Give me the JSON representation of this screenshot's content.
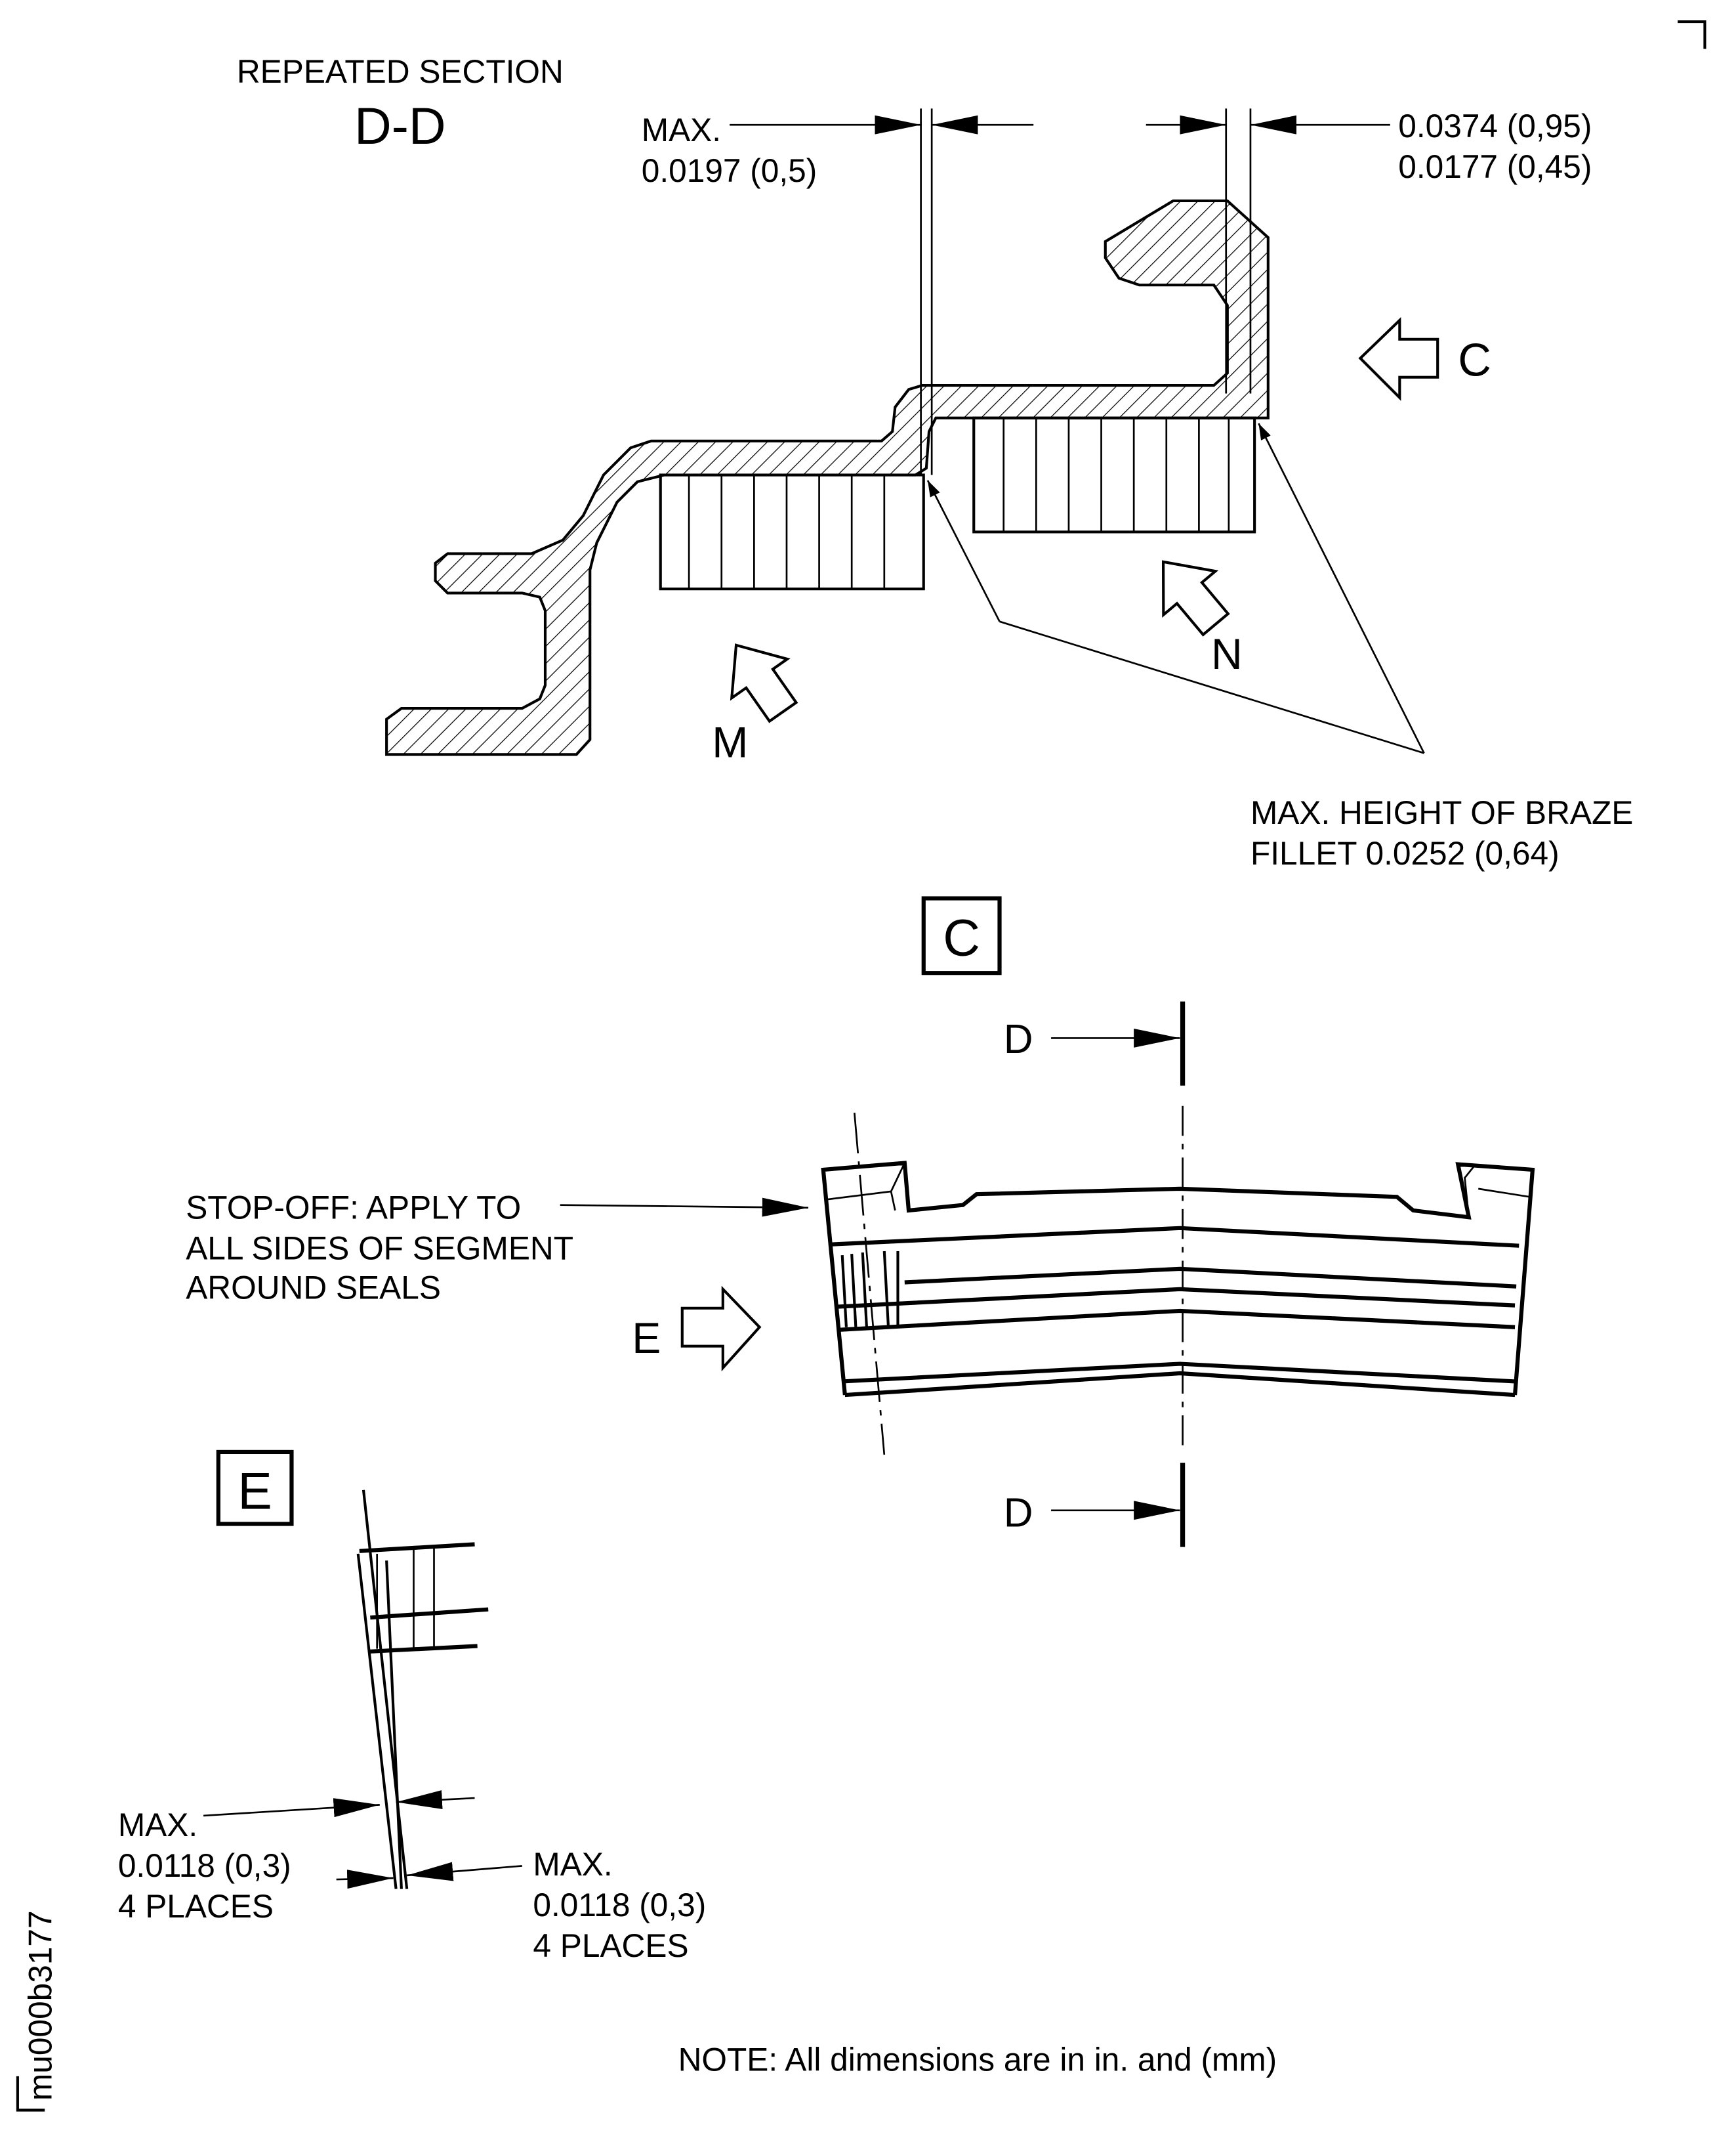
{
  "section": {
    "title": "REPEATED SECTION",
    "name": "D-D"
  },
  "dims": {
    "max_label": "MAX.",
    "max_value": "0.0197 (0,5)",
    "range_upper": "0.0374 (0,95)",
    "range_lower": "0.0177 (0,45)",
    "braze_line1": "MAX. HEIGHT OF BRAZE",
    "braze_line2": "FILLET 0.0252 (0,64)"
  },
  "view_labels": {
    "c_arrow": "C",
    "m_arrow": "M",
    "n_arrow": "N",
    "e_arrow": "E",
    "view_c": "C",
    "view_e": "E",
    "cut_top": "D",
    "cut_bottom": "D"
  },
  "stop_off": {
    "line1": "STOP-OFF: APPLY TO",
    "line2": "ALL SIDES OF SEGMENT",
    "line3": "AROUND SEALS"
  },
  "detail_e": {
    "left": {
      "line1": "MAX.",
      "line2": "0.0118 (0,3)",
      "line3": "4 PLACES"
    },
    "right": {
      "line1": "MAX.",
      "line2": "0.0118 (0,3)",
      "line3": "4 PLACES"
    }
  },
  "note": "NOTE: All dimensions are in in. and (mm)",
  "figure_id": "mu000b3177"
}
